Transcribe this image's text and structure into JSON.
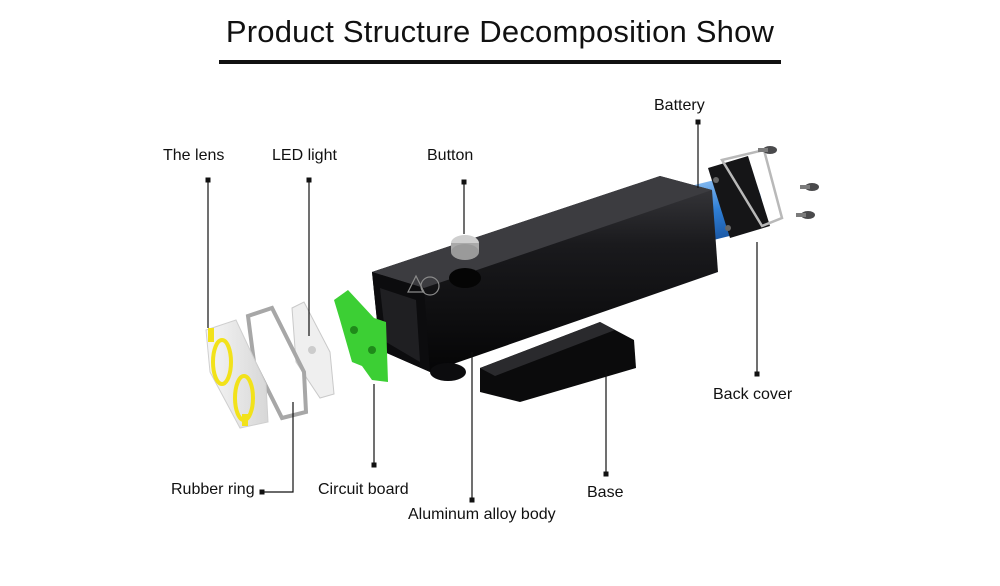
{
  "title": "Product Structure Decomposition Show",
  "labels": {
    "lens": "The lens",
    "led": "LED light",
    "button": "Button",
    "battery": "Battery",
    "back_cover": "Back cover",
    "rubber_ring": "Rubber ring",
    "circuit_board": "Circuit board",
    "body": "Aluminum alloy body",
    "base": "Base"
  },
  "colors": {
    "lens_accent": "#f2e21a",
    "circuit_board": "#3ccf34",
    "battery": "#2f7fd6",
    "body": "#101012"
  }
}
